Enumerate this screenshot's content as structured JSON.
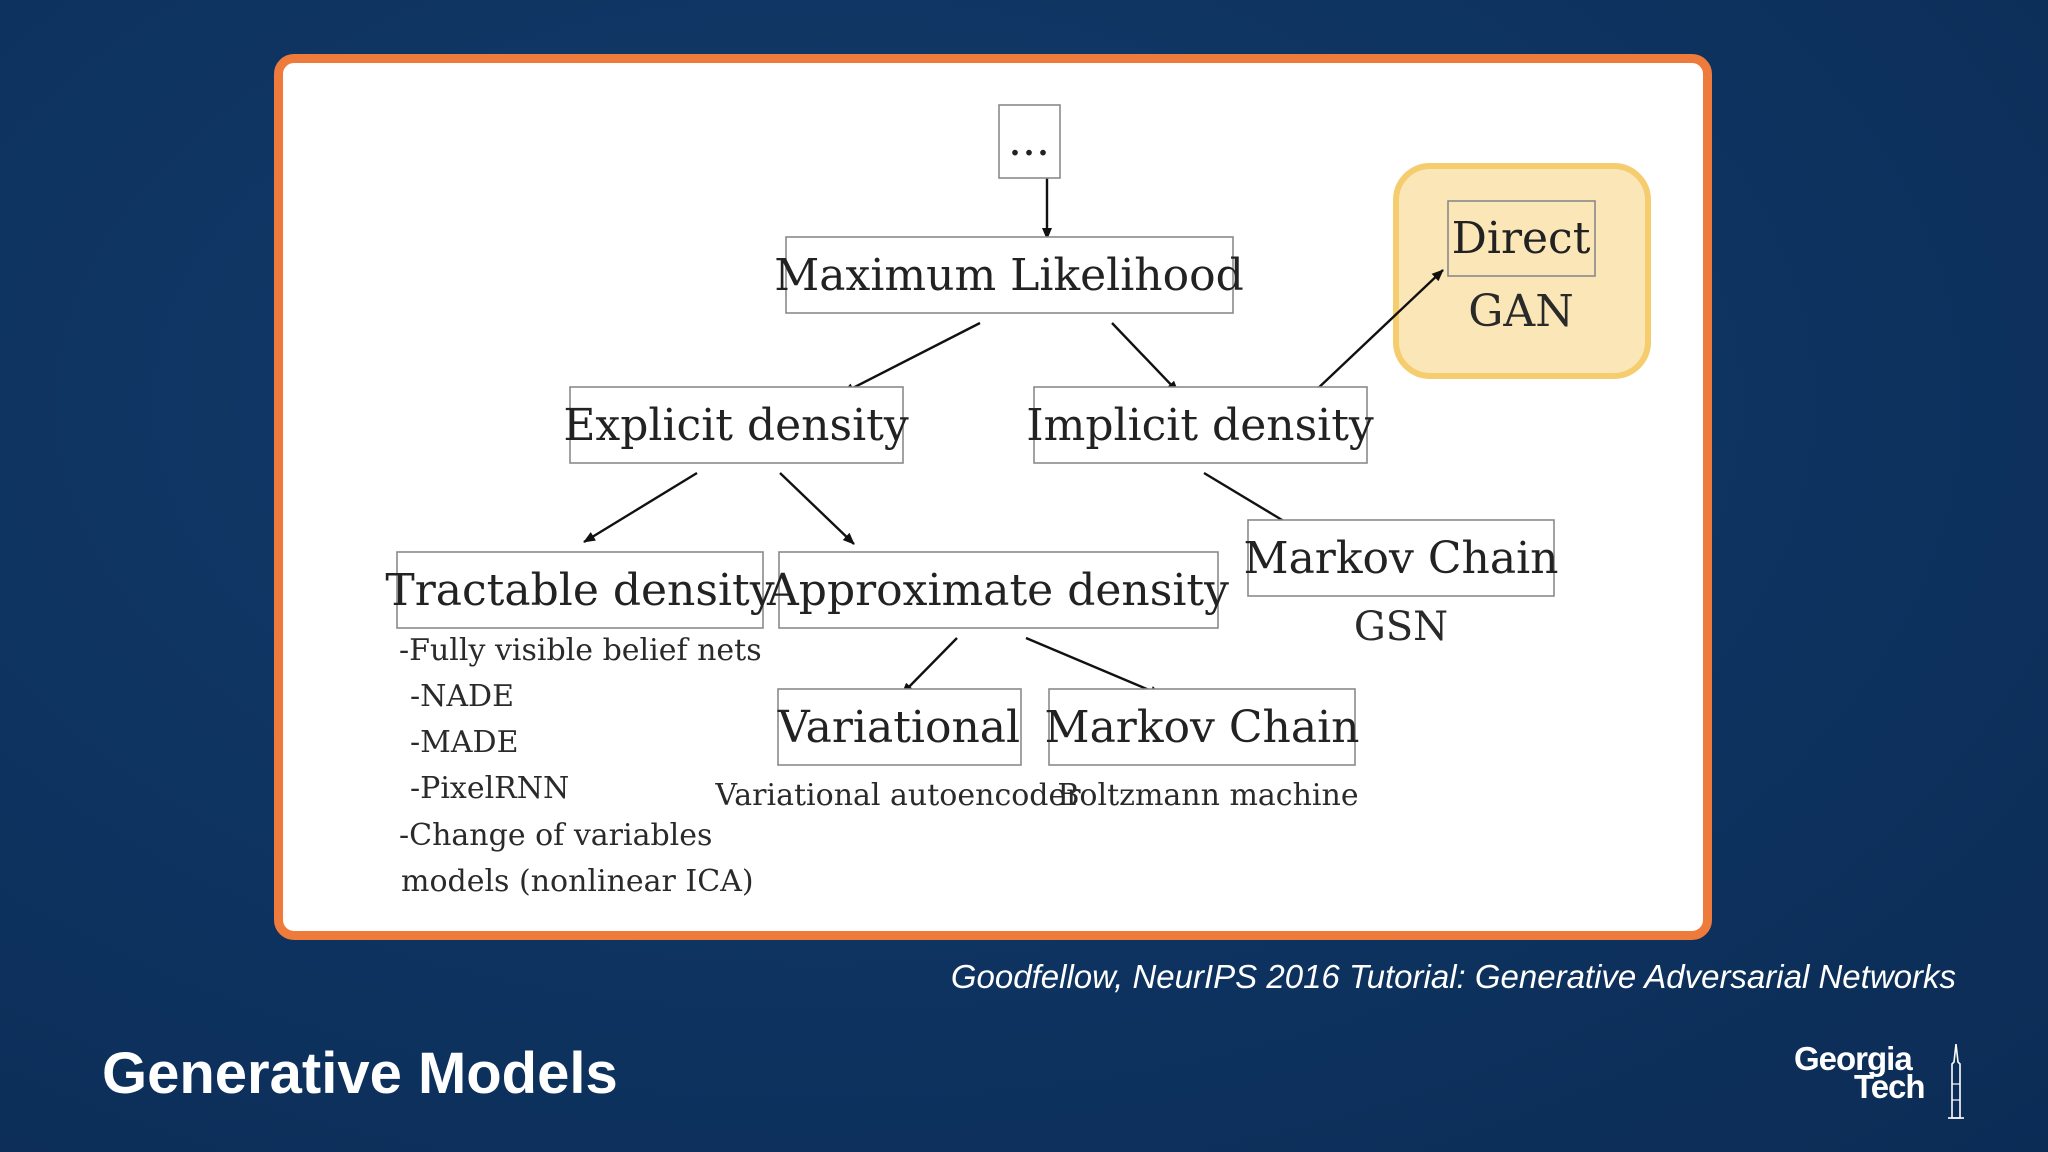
{
  "slide": {
    "title": "Generative Models",
    "citation": "Goodfellow, NeurIPS 2016 Tutorial: Generative Adversarial Networks",
    "logo": {
      "line1": "Georgia",
      "line2": "Tech",
      "icon": "tower-icon"
    }
  },
  "diagram": {
    "root": "...",
    "max_likelihood": "Maximum Likelihood",
    "explicit": "Explicit density",
    "implicit": "Implicit density",
    "tractable": "Tractable density",
    "tractable_notes": [
      "-Fully visible belief nets",
      "-NADE",
      "-MADE",
      "-PixelRNN",
      "-Change of variables",
      "models (nonlinear ICA)"
    ],
    "approximate": "Approximate density",
    "variational": "Variational",
    "variational_sub": "Variational autoencoder",
    "markov_approx": "Markov Chain",
    "markov_approx_sub": "Boltzmann machine",
    "markov_implicit": "Markov Chain",
    "markov_implicit_sub": "GSN",
    "direct": "Direct",
    "direct_sub": "GAN"
  },
  "colors": {
    "background": "#0f3461",
    "panel_border": "#ee7b3c",
    "highlight_fill": "#fbe6b7",
    "highlight_border": "#f5cc6e"
  }
}
